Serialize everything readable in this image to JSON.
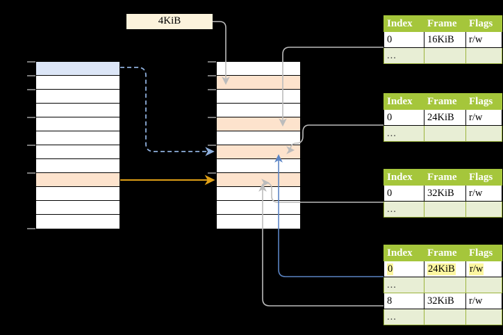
{
  "diagram": {
    "title": "multi-level-page-table-walk",
    "page_size_label": "4KiB",
    "colors": {
      "highlight_blue": "#dce6f7",
      "highlight_peach": "#fde3cd",
      "highlight_yellow": "#fcf6a0",
      "table_header_green": "#a5c63b",
      "table_alt_green": "#e8eed5",
      "arrow_orange": "#e8a317",
      "arrow_blue": "#5b8fd0",
      "arrow_grey": "#b4b4b4",
      "label_cream": "#fcf3dc"
    }
  },
  "memory_left": {
    "name": "left-memory-column",
    "row_count": 12,
    "rows": [
      {
        "index": 0,
        "fill": "blue"
      },
      {
        "index": 1,
        "fill": "white"
      },
      {
        "index": 2,
        "fill": "white"
      },
      {
        "index": 3,
        "fill": "white"
      },
      {
        "index": 4,
        "fill": "white"
      },
      {
        "index": 5,
        "fill": "white"
      },
      {
        "index": 6,
        "fill": "white"
      },
      {
        "index": 7,
        "fill": "white"
      },
      {
        "index": 8,
        "fill": "peach"
      },
      {
        "index": 9,
        "fill": "white"
      },
      {
        "index": 10,
        "fill": "white"
      },
      {
        "index": 11,
        "fill": "white"
      }
    ]
  },
  "memory_middle": {
    "name": "middle-memory-column",
    "row_count": 12,
    "rows": [
      {
        "index": 0,
        "fill": "white"
      },
      {
        "index": 1,
        "fill": "peach"
      },
      {
        "index": 2,
        "fill": "white"
      },
      {
        "index": 3,
        "fill": "white"
      },
      {
        "index": 4,
        "fill": "peach"
      },
      {
        "index": 5,
        "fill": "white"
      },
      {
        "index": 6,
        "fill": "peach"
      },
      {
        "index": 7,
        "fill": "white"
      },
      {
        "index": 8,
        "fill": "peach"
      },
      {
        "index": 9,
        "fill": "white"
      },
      {
        "index": 10,
        "fill": "white"
      },
      {
        "index": 11,
        "fill": "white"
      }
    ]
  },
  "page_tables": [
    {
      "id": "page-table-1",
      "headers": [
        "Index",
        "Frame",
        "Flags"
      ],
      "rows": [
        {
          "type": "data",
          "cells": [
            "0",
            "16KiB",
            "r/w"
          ],
          "highlight": [
            false,
            false,
            false
          ]
        },
        {
          "type": "ellipsis",
          "cells": [
            "...",
            "",
            ""
          ]
        }
      ]
    },
    {
      "id": "page-table-2",
      "headers": [
        "Index",
        "Frame",
        "Flags"
      ],
      "rows": [
        {
          "type": "data",
          "cells": [
            "0",
            "24KiB",
            "r/w"
          ],
          "highlight": [
            false,
            false,
            false
          ]
        },
        {
          "type": "ellipsis",
          "cells": [
            "...",
            "",
            ""
          ]
        }
      ]
    },
    {
      "id": "page-table-3",
      "headers": [
        "Index",
        "Frame",
        "Flags"
      ],
      "rows": [
        {
          "type": "data",
          "cells": [
            "0",
            "32KiB",
            "r/w"
          ],
          "highlight": [
            false,
            false,
            false
          ]
        },
        {
          "type": "ellipsis",
          "cells": [
            "...",
            "",
            ""
          ]
        }
      ]
    },
    {
      "id": "page-table-4",
      "headers": [
        "Index",
        "Frame",
        "Flags"
      ],
      "rows": [
        {
          "type": "data",
          "cells": [
            "0",
            "24KiB",
            "r/w"
          ],
          "highlight": [
            true,
            true,
            true
          ]
        },
        {
          "type": "ellipsis",
          "cells": [
            "...",
            "",
            ""
          ]
        },
        {
          "type": "data",
          "cells": [
            "8",
            "32KiB",
            "r/w"
          ],
          "highlight": [
            false,
            false,
            false
          ]
        },
        {
          "type": "ellipsis",
          "cells": [
            "...",
            "",
            ""
          ]
        }
      ]
    }
  ]
}
